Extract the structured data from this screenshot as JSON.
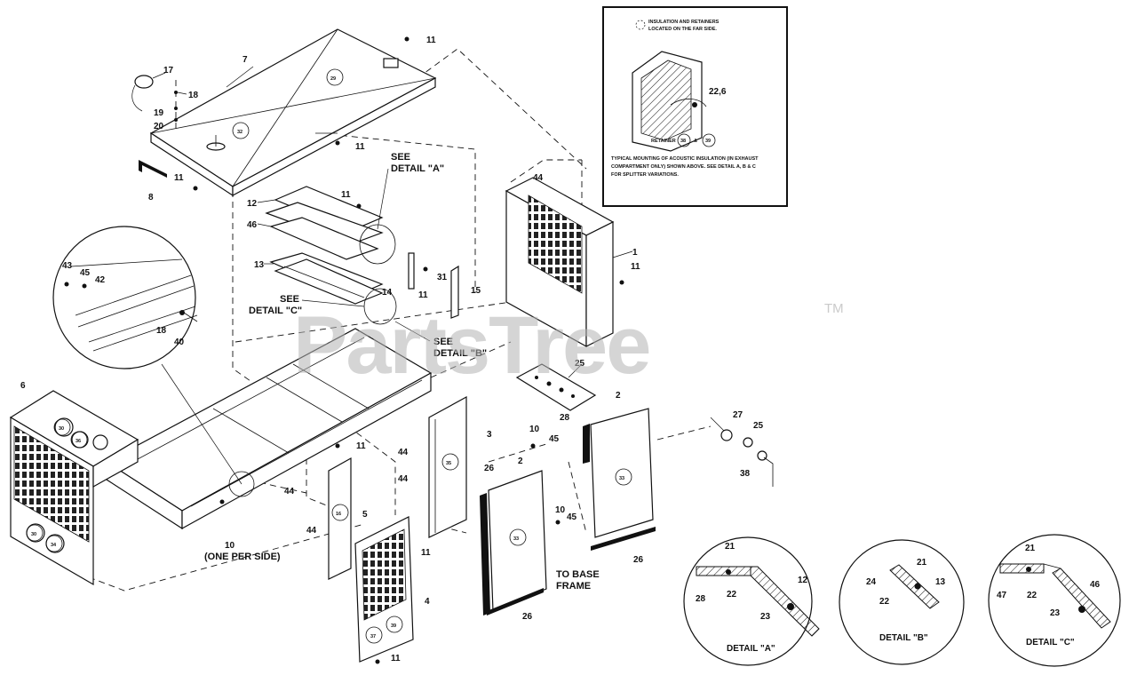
{
  "watermark": {
    "text": "PartsTree",
    "trademark": "TM"
  },
  "inset": {
    "note_top_1": "INSULATION AND RETAINERS",
    "note_top_2": "LOCATED ON THE FAR SIDE.",
    "callout_22_6": "22,6",
    "retainer_label": "RETAINER",
    "retainer_amp": "&",
    "note_bottom_1": "TYPICAL MOUNTING OF ACOUSTIC INSULATION (IN EXHAUST",
    "note_bottom_2": "COMPARTMENT ONLY) SHOWN ABOVE. SEE DETAIL A, B & C",
    "note_bottom_3": "FOR SPLITTER VARIATIONS."
  },
  "texts": {
    "see_a_1": "SEE",
    "see_a_2": "DETAIL \"A\"",
    "see_c_1": "SEE",
    "see_c_2": "DETAIL \"C\"",
    "see_b_1": "SEE",
    "see_b_2": "DETAIL \"B\"",
    "one_per_side": "(ONE PER SIDE)",
    "to_base_1": "TO BASE",
    "to_base_2": "FRAME"
  },
  "details": {
    "a": {
      "title": "DETAIL \"A\"",
      "c1": "21",
      "c2": "22",
      "c3": "28",
      "c4": "12",
      "c5": "23"
    },
    "b": {
      "title": "DETAIL \"B\"",
      "c1": "21",
      "c2": "24",
      "c3": "13",
      "c4": "22"
    },
    "c": {
      "title": "DETAIL \"C\"",
      "c1": "21",
      "c2": "46",
      "c3": "47",
      "c4": "22",
      "c5": "23"
    }
  },
  "callouts": {
    "c7": "7",
    "c11a": "11",
    "c17": "17",
    "c18a": "18",
    "c19": "19",
    "c20": "20",
    "c29": "29",
    "c32": "32",
    "c11b": "11",
    "c8": "8",
    "c11c": "11",
    "c12": "12",
    "c46": "46",
    "c11d": "11",
    "c13": "13",
    "c14": "14",
    "c11e": "11",
    "c31": "31",
    "c15": "15",
    "c44a": "44",
    "c1": "1",
    "c11f": "11",
    "c43": "43",
    "c45a": "45",
    "c42": "42",
    "c18b": "18",
    "c40": "40",
    "c25a": "25",
    "c6": "6",
    "c30a": "30",
    "c36": "36",
    "c30b": "30",
    "c34": "34",
    "c2a": "2",
    "c28": "28",
    "c33a": "33",
    "c27": "27",
    "c25b": "25",
    "c38": "38",
    "c3": "3",
    "c35": "35",
    "c10a": "10",
    "c45b": "45",
    "c11g": "11",
    "c44b": "44",
    "c44c": "44",
    "c16": "16",
    "c5": "5",
    "c44d": "44",
    "c44e": "44",
    "c10b": "10",
    "c11h": "11",
    "c26a": "26",
    "c2b": "2",
    "c33b": "33",
    "c10c": "10",
    "c45c": "45",
    "c26b": "26",
    "c26c": "26",
    "c4": "4",
    "c37": "37",
    "c39": "39",
    "c11i": "11"
  }
}
